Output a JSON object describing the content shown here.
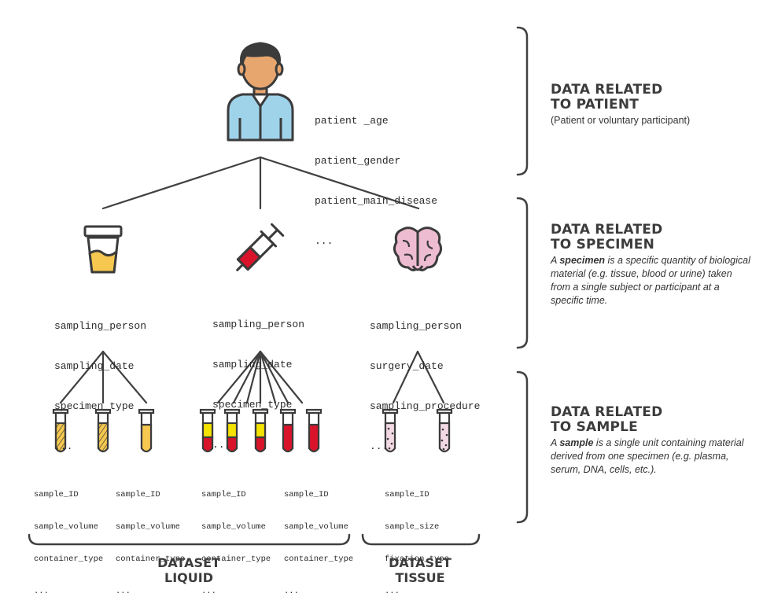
{
  "colors": {
    "line": "#404040",
    "skin": "#e8a66f",
    "hair": "#3b3b3b",
    "shirt": "#9fd3ea",
    "urine": "#f6c84f",
    "blood": "#d9142a",
    "plasma": "#f4e300",
    "brain": "#eebcd0",
    "tissue_tube": "#f2d9e4"
  },
  "patient": {
    "icon": "person-icon",
    "fields": [
      "patient _age",
      "patient_gender",
      "patient_main_disease",
      "..."
    ]
  },
  "specimens": [
    {
      "icon": "urine-cup-icon",
      "fields": [
        "sampling_person",
        "sampling_date",
        "specimen_type",
        "..."
      ]
    },
    {
      "icon": "syringe-icon",
      "fields": [
        "sampling_person",
        "sampling_date",
        "specimen_type",
        "..."
      ]
    },
    {
      "icon": "brain-icon",
      "fields": [
        "sampling_person",
        "surgery_date",
        "sampling_procedure",
        "..."
      ]
    }
  ],
  "sample_groups": [
    {
      "fields": [
        "sample_ID",
        "sample_volume",
        "container_type",
        "..."
      ]
    },
    {
      "fields": [
        "sample_ID",
        "sample_volume",
        "container_type",
        "..."
      ]
    },
    {
      "fields": [
        "sample_ID",
        "sample_volume",
        "container_type",
        "..."
      ]
    },
    {
      "fields": [
        "sample_ID",
        "sample_volume",
        "container_type",
        "..."
      ]
    },
    {
      "fields": [
        "sample_ID",
        "sample_size",
        "fixation_type",
        "..."
      ]
    }
  ],
  "levels": {
    "patient": {
      "heading_line1": "DATA RELATED",
      "heading_line2": "TO PATIENT",
      "description": "(Patient or voluntary participant)"
    },
    "specimen": {
      "heading_line1": "DATA RELATED",
      "heading_line2": "TO SPECIMEN",
      "desc_pre": "A ",
      "desc_bold": "specimen",
      "desc_post": " is a specific quantity of biological material (e.g. tissue, blood or urine) taken from a single subject or participant at a specific time."
    },
    "sample": {
      "heading_line1": "DATA RELATED",
      "heading_line2": "TO SAMPLE",
      "desc_pre": "A ",
      "desc_bold": "sample",
      "desc_post": " is a single unit containing material derived from one specimen (e.g. plasma, serum, DNA, cells, etc.)."
    }
  },
  "datasets": {
    "liquid": {
      "line1": "DATASET",
      "line2": "LIQUID"
    },
    "tissue": {
      "line1": "DATASET",
      "line2": "TISSUE"
    }
  }
}
